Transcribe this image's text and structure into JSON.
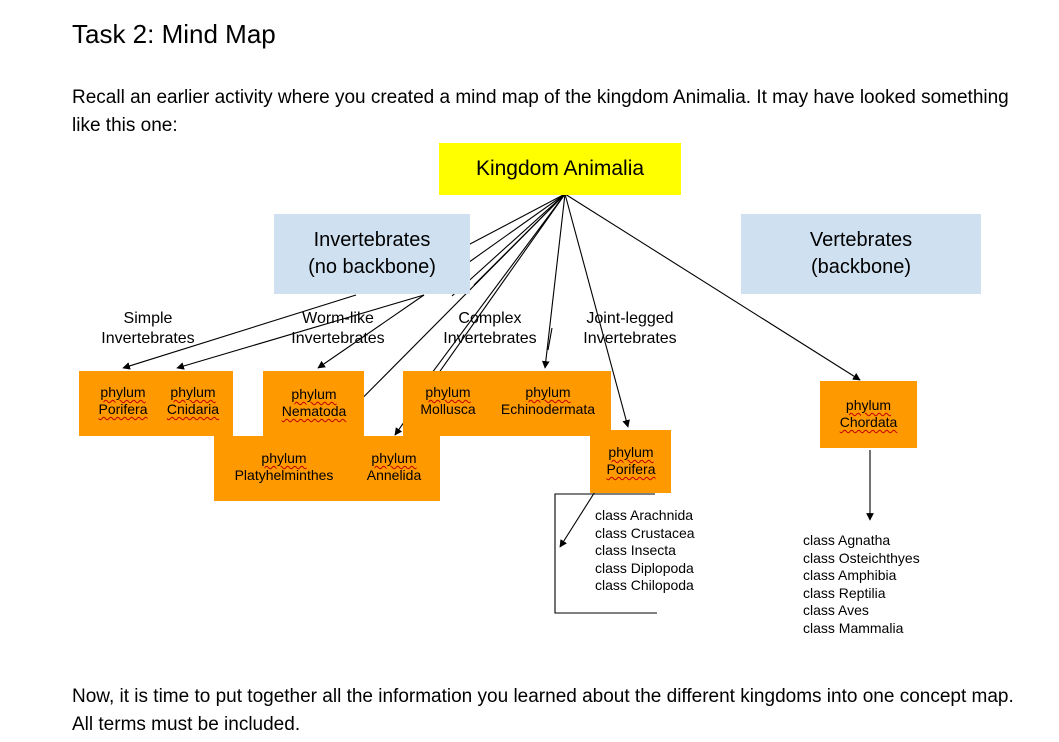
{
  "heading": "Task 2: Mind Map",
  "intro": "Recall an earlier activity where you created a mind map of the kingdom Animalia. It may have looked something like this one:",
  "outro": "Now, it is time to put together all the information you learned about the different kingdoms into one concept map. All terms must be included.",
  "diagram": {
    "root": "Kingdom Animalia",
    "invertebrates": {
      "line1": "Invertebrates",
      "line2": "(no backbone)"
    },
    "vertebrates": {
      "line1": "Vertebrates",
      "line2": "(backbone)"
    },
    "groups": {
      "simple": {
        "line1": "Simple",
        "line2": "Invertebrates"
      },
      "worm": {
        "line1": "Worm-like",
        "line2": "Invertebrates"
      },
      "complex": {
        "line1": "Complex",
        "line2": "Invertebrates"
      },
      "jointed": {
        "line1": "Joint-legged",
        "line2": "Invertebrates"
      }
    },
    "phyla": {
      "porifera": {
        "word": "phylum",
        "name": "Porifera"
      },
      "cnidaria": {
        "word": "phylum",
        "name": "Cnidaria"
      },
      "nematoda": {
        "word": "phylum",
        "name": "Nematoda"
      },
      "mollusca": {
        "word": "phylum",
        "name": "Mollusca"
      },
      "echinodermata": {
        "word": "phylum",
        "name": "Echinodermata"
      },
      "platyhelminthes": {
        "word": "phylum",
        "name": "Platyhelminthes"
      },
      "annelida": {
        "word": "phylum",
        "name": "Annelida"
      },
      "arthropoda": {
        "word": "phylum",
        "name": "Porifera"
      },
      "chordata": {
        "word": "phylum",
        "name": "Chordata"
      }
    },
    "arthropod_classes": [
      "class Arachnida",
      "class Crustacea",
      "class Insecta",
      "class Diplopoda",
      "class Chilopoda"
    ],
    "chordate_classes": [
      "class Agnatha",
      "class Osteichthyes",
      "class Amphibia",
      "class Reptilia",
      "class Aves",
      "class Mammalia"
    ]
  }
}
